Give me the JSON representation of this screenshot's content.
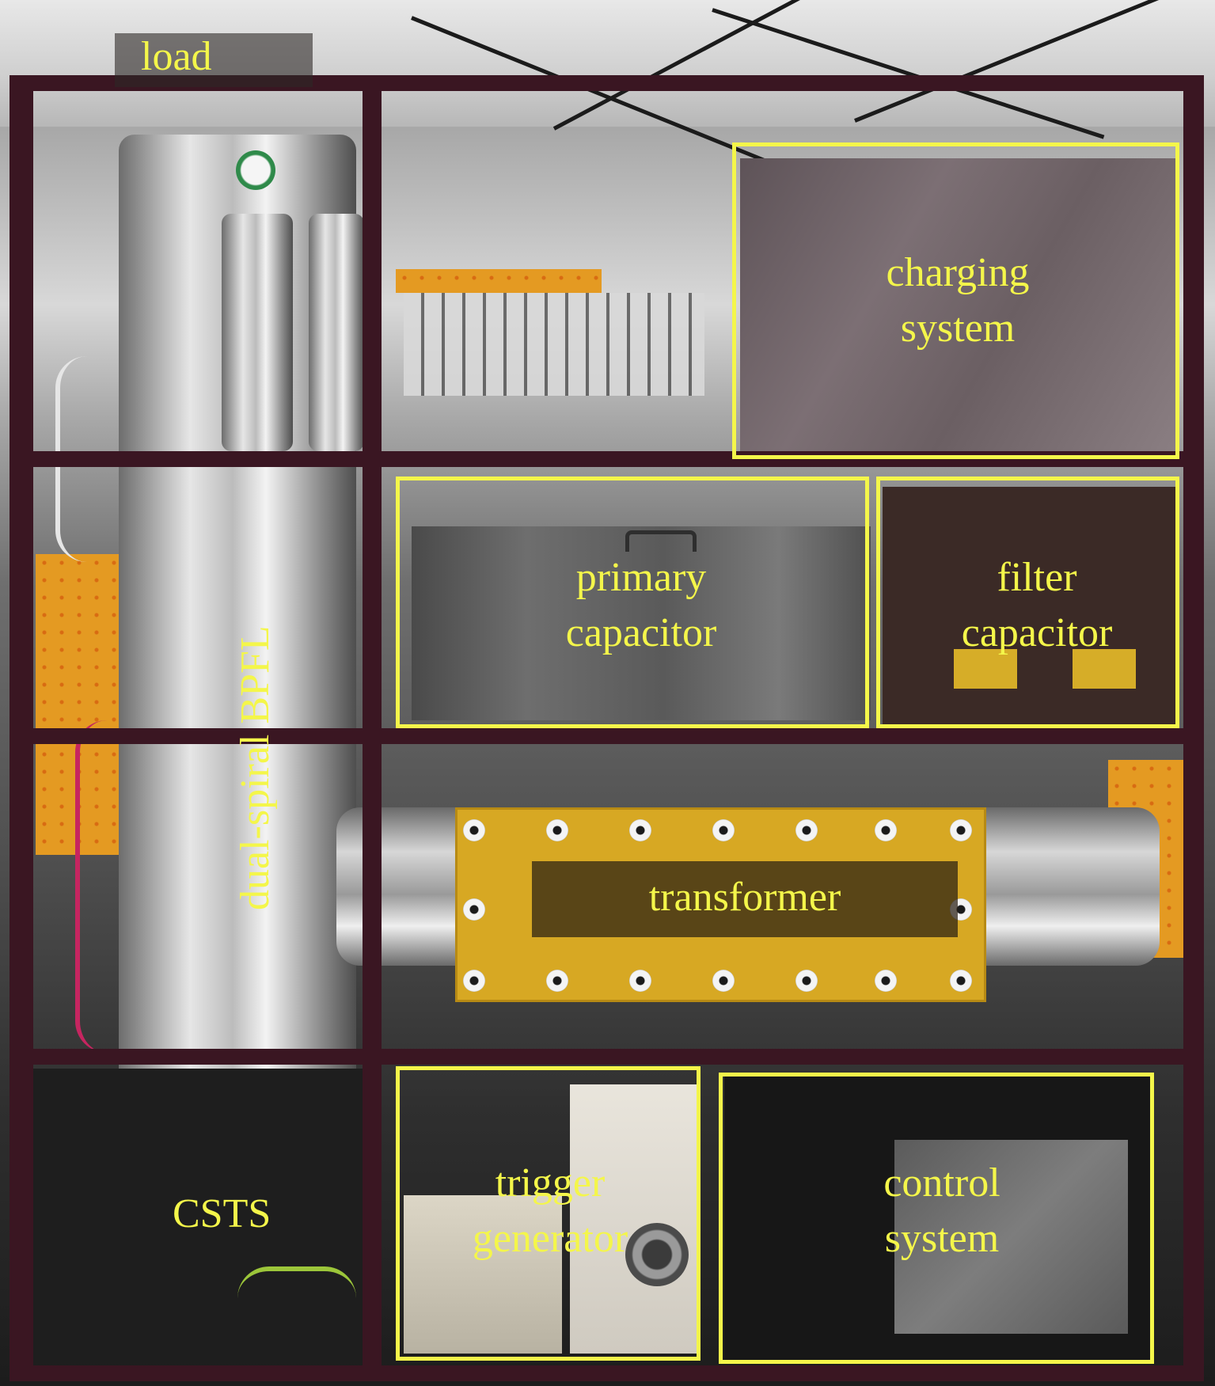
{
  "labels": {
    "load": "load",
    "bpfl": "dual-spiral BPFL",
    "csts": "CSTS",
    "charging_system": [
      "charging",
      "system"
    ],
    "primary_capacitor": [
      "primary",
      "capacitor"
    ],
    "filter_capacitor": [
      "filter",
      "capacitor"
    ],
    "transformer": "transformer",
    "trigger_generator": [
      "trigger",
      "generator"
    ],
    "control_system": [
      "control",
      "system"
    ]
  },
  "colors": {
    "label": "#f4f64a",
    "frame": "#3a1622",
    "transformer_plate": "#d7a823"
  }
}
